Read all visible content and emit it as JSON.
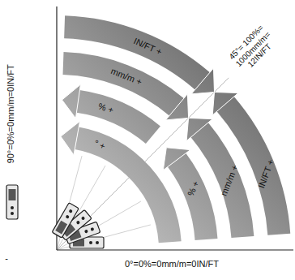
{
  "diagram": {
    "labels": [
      "IN/FT +",
      "mm/m +",
      "% +",
      "° +",
      "IN/FT +",
      "mm/m +",
      "% +",
      "45°= 100%= 1000mm/m= 12IN/FT",
      "90°=0%=0mm/m=0IN/FT",
      "0°=0%=0mm/m=0IN/FT",
      "-"
    ]
  }
}
